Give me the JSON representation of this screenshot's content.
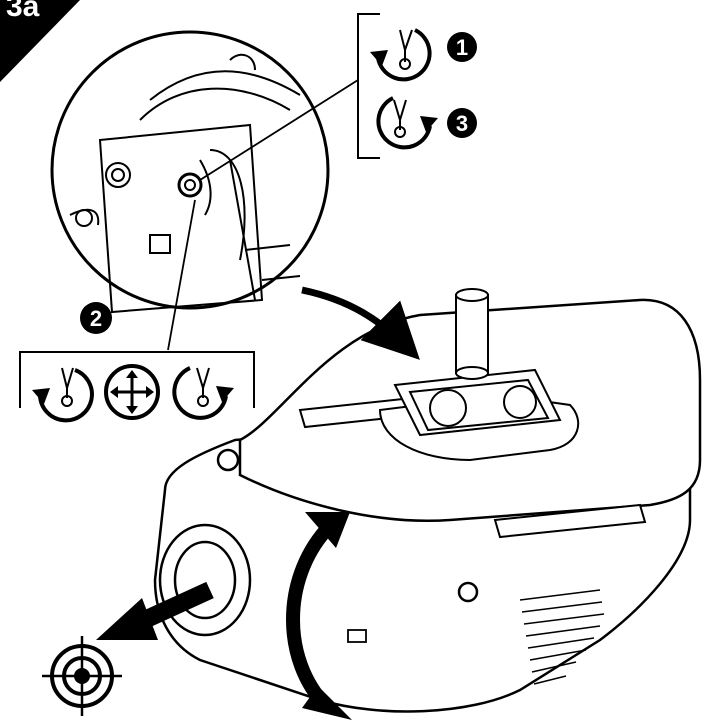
{
  "figure": {
    "step_label": "3a",
    "callouts": [
      {
        "number": "1",
        "icon": "rotate-counterclockwise-screw-icon"
      },
      {
        "number": "2",
        "icon": "adjust-screw-sequence"
      },
      {
        "number": "3",
        "icon": "rotate-clockwise-screw-icon"
      }
    ],
    "ink_color": "#000000",
    "paper_color": "#ffffff"
  }
}
